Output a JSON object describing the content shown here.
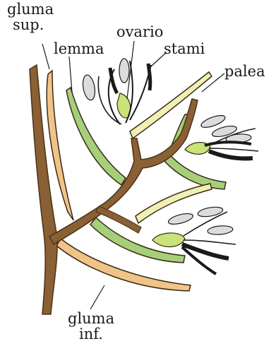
{
  "labels": {
    "gluma_sup_line1": "gluma",
    "gluma_sup_line2": "sup.",
    "lemma": "lemma",
    "ovario": "ovario",
    "stami": "stami",
    "palea": "palea",
    "gluma_inf_line1": "gluma",
    "gluma_inf_line2": "inf."
  },
  "colors": {
    "stem": "#8a6034",
    "stem_outline": "#4a3218",
    "glume": "#f0c488",
    "lemma": "#a6cf7a",
    "palea": "#f1f0b4",
    "ovary": "#c9e27a",
    "anther": "#dcdcdc",
    "stigma": "#1a1a1a"
  }
}
